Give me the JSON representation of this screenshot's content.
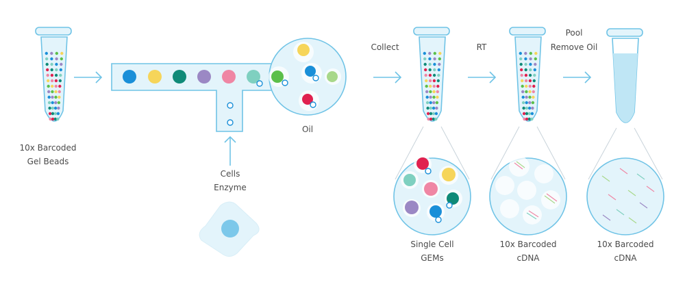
{
  "labels": {
    "gel_beads_1": "10x Barcoded",
    "gel_beads_2": "Gel Beads",
    "cells": "Cells",
    "enzyme": "Enzyme",
    "oil": "Oil",
    "collect": "Collect",
    "rt": "RT",
    "pool": "Pool",
    "remove_oil": "Remove Oil",
    "gems_1": "Single Cell",
    "gems_2": "GEMs",
    "cdna_1": "10x Barcoded",
    "cdna_2": "cDNA",
    "cdna_b_1": "10x Barcoded",
    "cdna_b_2": "cDNA"
  },
  "colors": {
    "outline": "#6fc3e6",
    "fill": "#e3f4fb",
    "blue": "#1a8fd8",
    "yellow": "#f6d55a",
    "teal": "#0f8a78",
    "purple": "#9b88c4",
    "pink": "#ef86a4",
    "mint": "#7fd0c0",
    "green": "#5cbf4a",
    "red": "#e0214f",
    "lime": "#a8d88a"
  },
  "bead_palette": [
    "#1a8fd8",
    "#f6d55a",
    "#0f8a78",
    "#9b88c4",
    "#ef86a4",
    "#7fd0c0",
    "#5cbf4a",
    "#e0214f"
  ]
}
